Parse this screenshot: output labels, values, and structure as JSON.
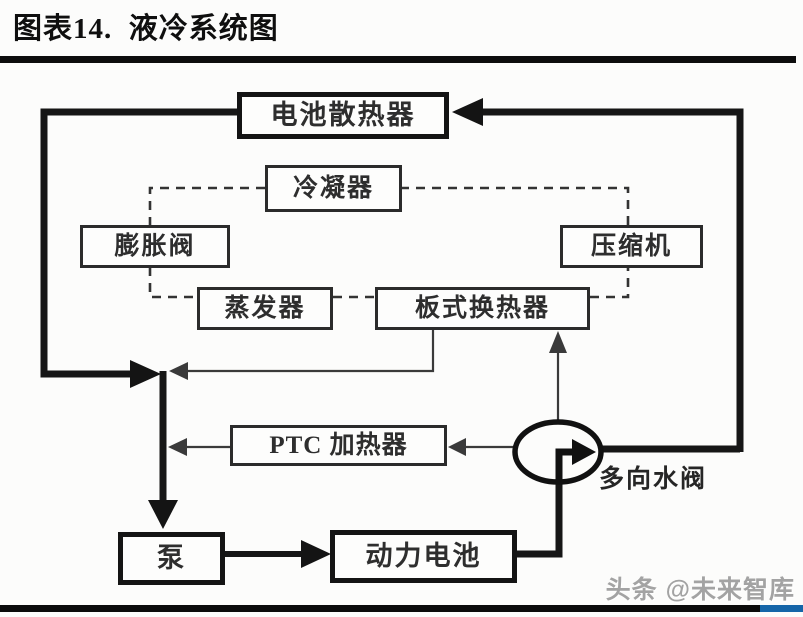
{
  "page": {
    "title": "图表14.  液冷系统图",
    "watermark": "头条 @未来智库"
  },
  "colors": {
    "ink": "#1c1c1c",
    "box_border_thin": "#2b2b2b",
    "accent_blue": "#1565a8",
    "watermark_gray": "#a3a3a3",
    "background": "#fcfcfb"
  },
  "diagram": {
    "nodes": {
      "battery_radiator": {
        "label": "电池散热器"
      },
      "condenser": {
        "label": "冷凝器"
      },
      "expansion_valve": {
        "label": "膨胀阀"
      },
      "compressor": {
        "label": "压缩机"
      },
      "evaporator": {
        "label": "蒸发器"
      },
      "plate_heat_exchanger": {
        "label": "板式换热器"
      },
      "ptc_heater": {
        "label": "PTC 加热器"
      },
      "pump": {
        "label": "泵"
      },
      "power_battery": {
        "label": "动力电池"
      }
    },
    "valve": {
      "label": "多向水阀",
      "symbol": "circle-with-right-arrow"
    },
    "edges": [
      {
        "from": "power_battery",
        "to": "multi_way_valve",
        "style": "solid-thick"
      },
      {
        "from": "multi_way_valve",
        "to": "battery_radiator",
        "style": "solid-thick-arrow"
      },
      {
        "from": "battery_radiator",
        "to": "coolant_junction",
        "style": "solid-thick-arrow"
      },
      {
        "from": "coolant_junction",
        "to": "pump",
        "style": "solid-thick-arrow"
      },
      {
        "from": "pump",
        "to": "power_battery",
        "style": "solid-thick-arrow"
      },
      {
        "from": "multi_way_valve",
        "to": "plate_heat_exchanger",
        "style": "solid-thin-arrow"
      },
      {
        "from": "plate_heat_exchanger",
        "to": "coolant_junction",
        "style": "solid-thin-arrow"
      },
      {
        "from": "multi_way_valve",
        "to": "ptc_heater",
        "style": "solid-thin-arrow"
      },
      {
        "from": "ptc_heater",
        "to": "coolant_junction",
        "style": "solid-thin-arrow"
      },
      {
        "from": "condenser",
        "to": "expansion_valve",
        "style": "dashed"
      },
      {
        "from": "expansion_valve",
        "to": "evaporator",
        "style": "dashed"
      },
      {
        "from": "evaporator",
        "to": "plate_heat_exchanger",
        "style": "dashed"
      },
      {
        "from": "plate_heat_exchanger",
        "to": "compressor",
        "style": "dashed"
      },
      {
        "from": "compressor",
        "to": "condenser",
        "style": "dashed"
      }
    ]
  }
}
